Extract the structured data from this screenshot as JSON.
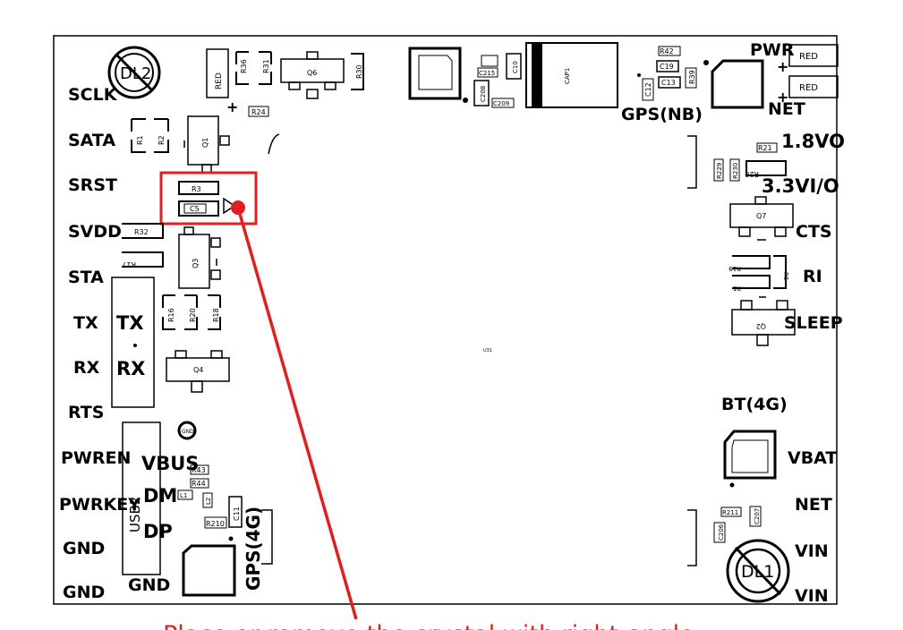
{
  "side_labels_left": [
    "SCLK",
    "SATA",
    "SRST",
    "SVDD",
    "STA",
    "TX",
    "RX",
    "RTS",
    "PWREN",
    "PWRKEY",
    "GND",
    "GND"
  ],
  "side_labels_right": [
    "PWR",
    "NET",
    "1.8VO",
    "3.3VI/O",
    "CTS",
    "RI",
    "SLEEP",
    "BT(4G)",
    "VBAT",
    "NET",
    "VIN",
    "VIN"
  ],
  "center_labels": {
    "gps_nb": "GPS(NB)",
    "gps_4g": "GPS(4G)",
    "tx": "TX",
    "rx": "RX",
    "vbus": "VBUS",
    "dm": "DM",
    "dp": "DP",
    "gnd": "GND",
    "usb2": "USB2"
  },
  "leds": {
    "dl1": "DL1",
    "dl2": "DL2",
    "red_top": "RED",
    "red_mid": "RED",
    "red_left": "RED"
  },
  "components": {
    "r3": "R3",
    "c5": "C5",
    "r36": "R36",
    "r31": "R31",
    "r30": "R30",
    "q6": "Q6",
    "r24": "R24",
    "r1": "R1",
    "r2": "R2",
    "q1": "Q1",
    "r32": "R32",
    "r17": "R17",
    "q3": "Q3",
    "r16": "R16",
    "r20": "R20",
    "r18": "R18",
    "q4": "Q4",
    "r43": "R43",
    "r44": "R44",
    "l1": "L1",
    "l2": "L2",
    "r210": "R210",
    "c11": "C11",
    "c215": "C215",
    "c10": "C10",
    "c208": "C208",
    "c209": "C209",
    "cap1": "CAP1",
    "r42": "R42",
    "c19": "C19",
    "c13": "C13",
    "c12": "C12",
    "r39": "R39",
    "r21": "R21",
    "r229": "R229",
    "r230": "R230",
    "r28": "R28",
    "q7": "Q7",
    "r19": "R19",
    "r5": "R5",
    "r6": "R6",
    "q2": "Q2",
    "r211": "R211",
    "c207": "C207",
    "c206": "C206",
    "u31": "U31",
    "gnd_pad": "GND"
  },
  "caption": "Place or remove the crystal with right-angle",
  "colors": {
    "highlight": "#e02020",
    "ink": "#000000",
    "background": "#ffffff"
  }
}
